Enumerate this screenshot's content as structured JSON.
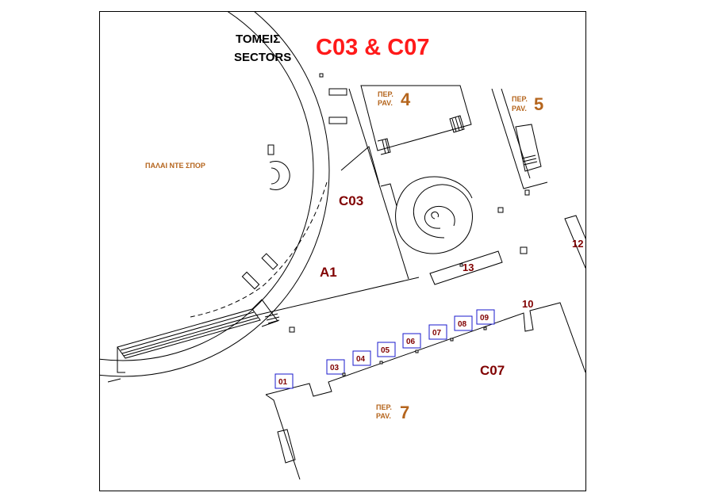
{
  "header": {
    "title_greek": "ΤΟΜΕΙΣ",
    "title_english": "SECTORS",
    "sectors_title": "C03 & C07"
  },
  "pavilions": [
    {
      "prefix_gr": "ΠΕΡ.",
      "prefix_en": "PAV.",
      "number": "4"
    },
    {
      "prefix_gr": "ΠΕΡ.",
      "prefix_en": "PAV.",
      "number": "5"
    },
    {
      "prefix_gr": "ΠΕΡ.",
      "prefix_en": "PAV.",
      "number": "7"
    }
  ],
  "palace_label": "ΠΑΛΑΙ ΝΤΕ ΣΠΟΡ",
  "sector_labels": {
    "c03": "C03",
    "a1": "A1",
    "c07": "C07"
  },
  "slots": [
    "01",
    "03",
    "04",
    "05",
    "06",
    "07",
    "08",
    "09"
  ],
  "plain_numbers": {
    "n10": "10",
    "n12": "12",
    "n13": "13"
  },
  "colors": {
    "title_red": "#ff1a1a",
    "pavilion_brown": "#b5651d",
    "sector_maroon": "#800000",
    "slot_border": "#1a1acc",
    "line": "#000000"
  }
}
